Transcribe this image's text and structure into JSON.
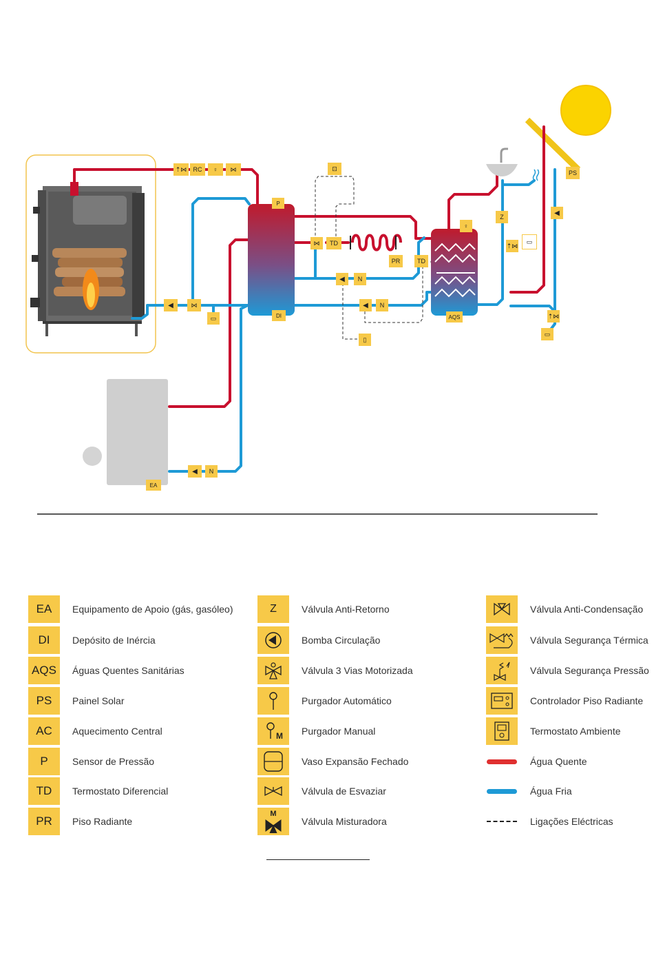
{
  "colors": {
    "hot": "#c8102e",
    "cold": "#1e9ad6",
    "yellow": "#f7c948",
    "sun": "#fbd300",
    "gray": "#cfcfcf",
    "dark": "#3a3a3a"
  },
  "diagram_labels": {
    "rc": "RC",
    "p_tank": "P",
    "di": "DI",
    "td1": "TD",
    "td2": "TD",
    "pr": "PR",
    "n1": "N",
    "n2": "N",
    "n3": "N",
    "z": "Z",
    "aqs": "AQS",
    "ps": "PS",
    "ea": "EA"
  },
  "legend": {
    "col1": [
      {
        "code": "EA",
        "label": "Equipamento de Apoio (gás, gasóleo)"
      },
      {
        "code": "DI",
        "label": "Depósito de Inércia"
      },
      {
        "code": "AQS",
        "label": "Águas Quentes Sanitárias"
      },
      {
        "code": "PS",
        "label": "Painel Solar"
      },
      {
        "code": "AC",
        "label": "Aquecimento Central"
      },
      {
        "code": "P",
        "label": "Sensor de Pressão"
      },
      {
        "code": "TD",
        "label": "Termostato Diferencial"
      },
      {
        "code": "PR",
        "label": "Piso Radiante"
      }
    ],
    "col2": [
      {
        "icon": "z-glyph",
        "glyph": "Z",
        "label": "Válvula Anti-Retorno"
      },
      {
        "icon": "pump-icon",
        "label": "Bomba Circulação"
      },
      {
        "icon": "three-way-valve-icon",
        "label": "Válvula 3 Vias Motorizada"
      },
      {
        "icon": "auto-purge-icon",
        "label": "Purgador Automático"
      },
      {
        "icon": "manual-purge-icon",
        "glyph": "M",
        "label": "Purgador Manual"
      },
      {
        "icon": "expansion-vessel-icon",
        "label": "Vaso Expansão Fechado"
      },
      {
        "icon": "drain-valve-icon",
        "label": "Válvula de Esvaziar"
      },
      {
        "icon": "mixing-valve-icon",
        "glyph": "M",
        "label": "Válvula Misturadora"
      }
    ],
    "col3": [
      {
        "icon": "anti-condensation-valve-icon",
        "label": "Válvula Anti-Condensação"
      },
      {
        "icon": "thermal-safety-valve-icon",
        "label": "Válvula Segurança Térmica"
      },
      {
        "icon": "pressure-safety-valve-icon",
        "label": "Válvula Segurança Pressão"
      },
      {
        "icon": "floor-controller-icon",
        "label": "Controlador Piso Radiante"
      },
      {
        "icon": "room-thermostat-icon",
        "label": "Termostato Ambiente"
      },
      {
        "icon": "hot-water-line-icon",
        "label": "Água Quente"
      },
      {
        "icon": "cold-water-line-icon",
        "label": "Água Fria"
      },
      {
        "icon": "electrical-line-icon",
        "label": "Ligações Eléctricas"
      }
    ]
  }
}
